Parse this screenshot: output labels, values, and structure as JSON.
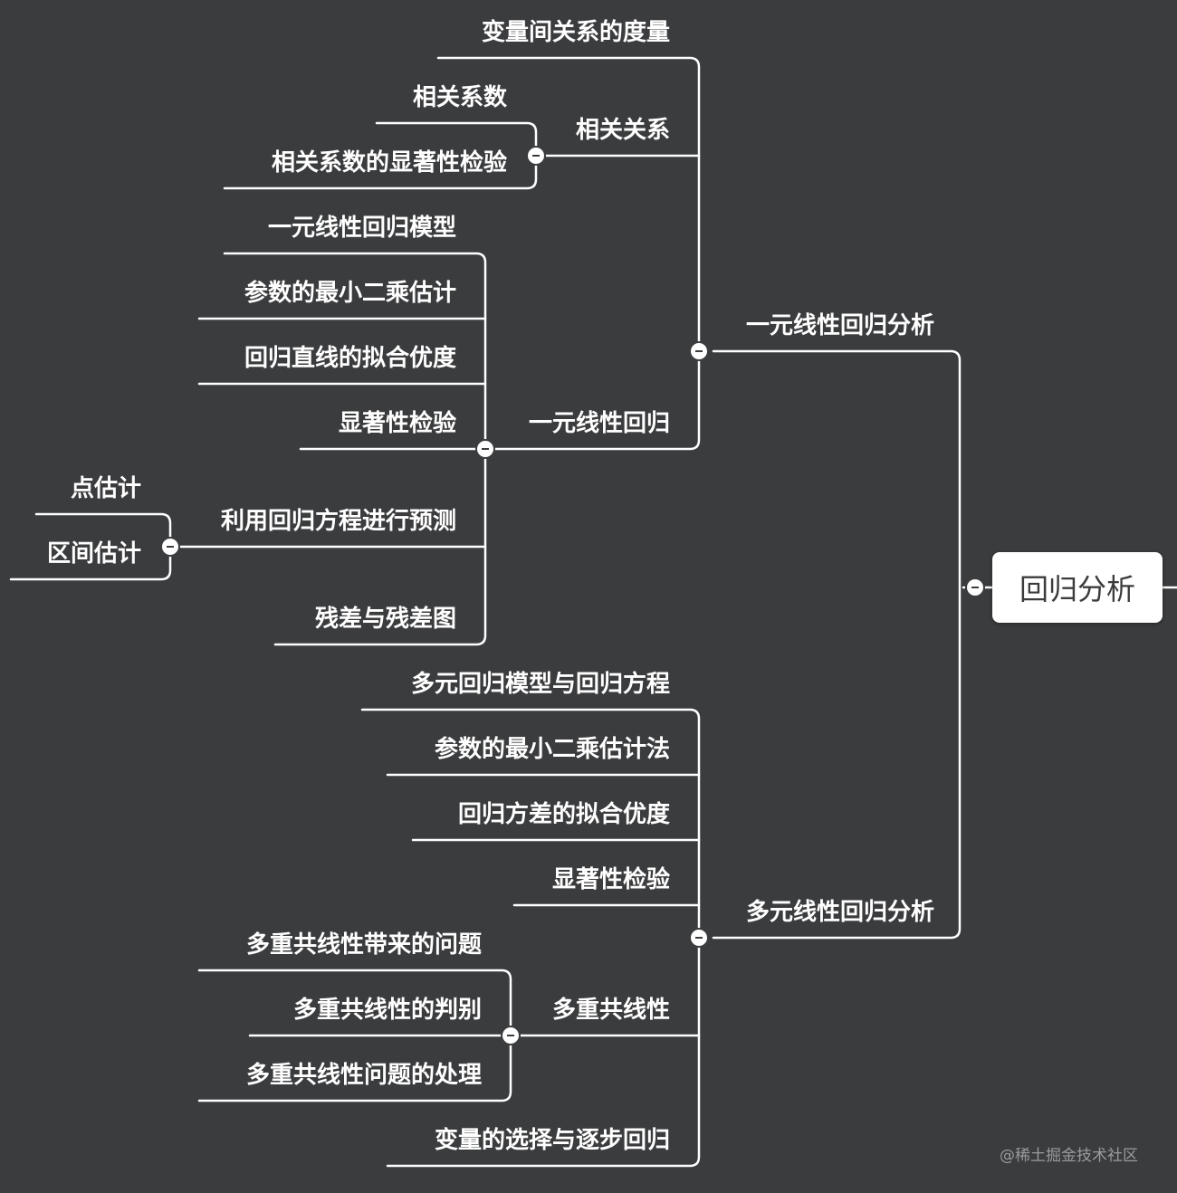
{
  "root": {
    "label": "回归分析"
  },
  "branches": {
    "b1": {
      "label": "一元线性回归分析",
      "measure": {
        "label": "变量间关系的度量"
      },
      "corr": {
        "label": "相关关系",
        "c1": "相关系数",
        "c2": "相关系数的显著性检验"
      },
      "linear": {
        "label": "一元线性回归",
        "l1": "一元线性回归模型",
        "l2": "参数的最小二乘估计",
        "l3": "回归直线的拟合优度",
        "l4": "显著性检验",
        "predict": {
          "label": "利用回归方程进行预测",
          "p1": "点估计",
          "p2": "区间估计"
        },
        "l6": "残差与残差图"
      }
    },
    "b2": {
      "label": "多元线性回归分析",
      "m1": "多元回归模型与回归方程",
      "m2": "参数的最小二乘估计法",
      "m3": "回归方差的拟合优度",
      "m4": "显著性检验",
      "multi": {
        "label": "多重共线性",
        "k1": "多重共线性带来的问题",
        "k2": "多重共线性的判别",
        "k3": "多重共线性问题的处理"
      },
      "m6": "变量的选择与逐步回归"
    }
  },
  "watermark": "@稀土掘金技术社区",
  "colors": {
    "background": "#3b3c3e",
    "line": "#ffffff",
    "text": "#ffffff",
    "root_box": "#ffffff"
  }
}
